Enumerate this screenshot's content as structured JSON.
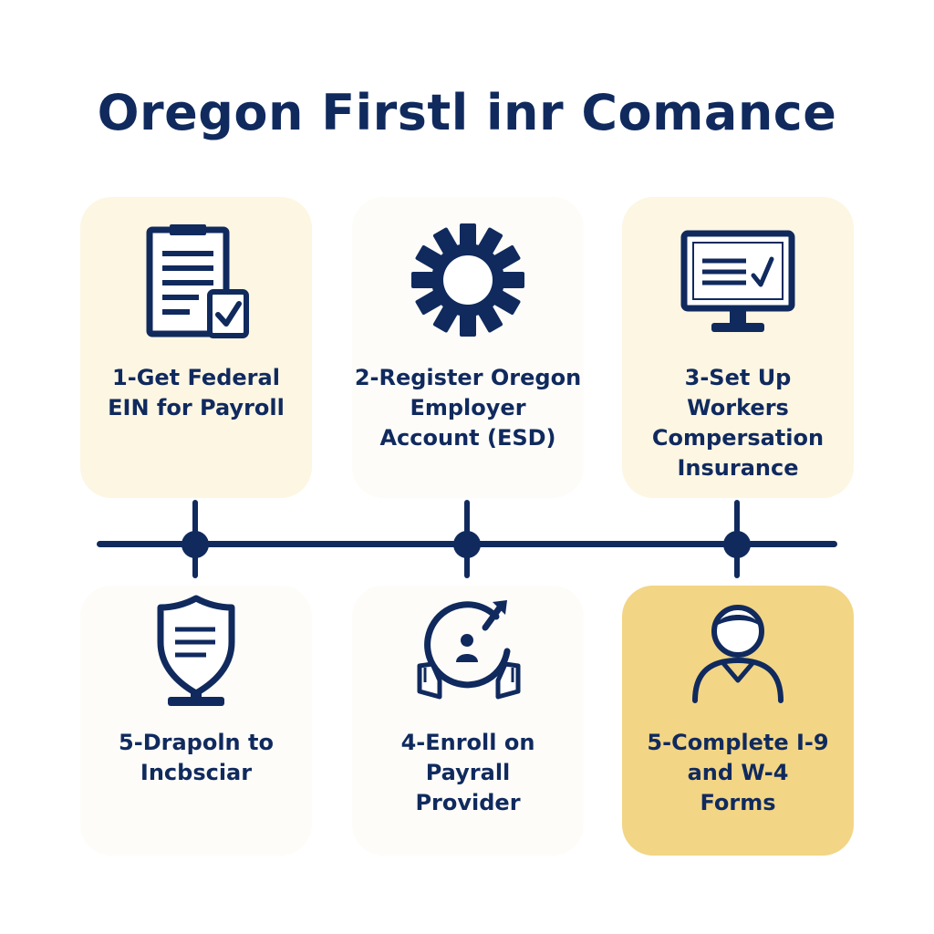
{
  "title": "Oregon Firstl inr Comance",
  "steps": [
    {
      "label": "1-Get Federal\nEIN for Payroll",
      "icon": "clipboard-check-icon"
    },
    {
      "label": "2-Register Oregon\nEmployer\nAccount (ESD)",
      "icon": "gear-icon"
    },
    {
      "label": "3-Set Up\nWorkers\nCompersation\nInsurance",
      "icon": "monitor-checklist-icon"
    },
    {
      "label": "5-Drapoln to\nIncbsciar",
      "icon": "shield-document-icon"
    },
    {
      "label": "4-Enroll on\nPayrall\nProvider",
      "icon": "hands-person-icon"
    },
    {
      "label": "5-Complete I-9\nand W-4\nForms",
      "icon": "person-icon"
    }
  ],
  "colors": {
    "navy": "#102a5e",
    "card_pale": "#fcf6e3",
    "card_faint": "#fdfcf8",
    "card_gold": "#f2d585"
  }
}
